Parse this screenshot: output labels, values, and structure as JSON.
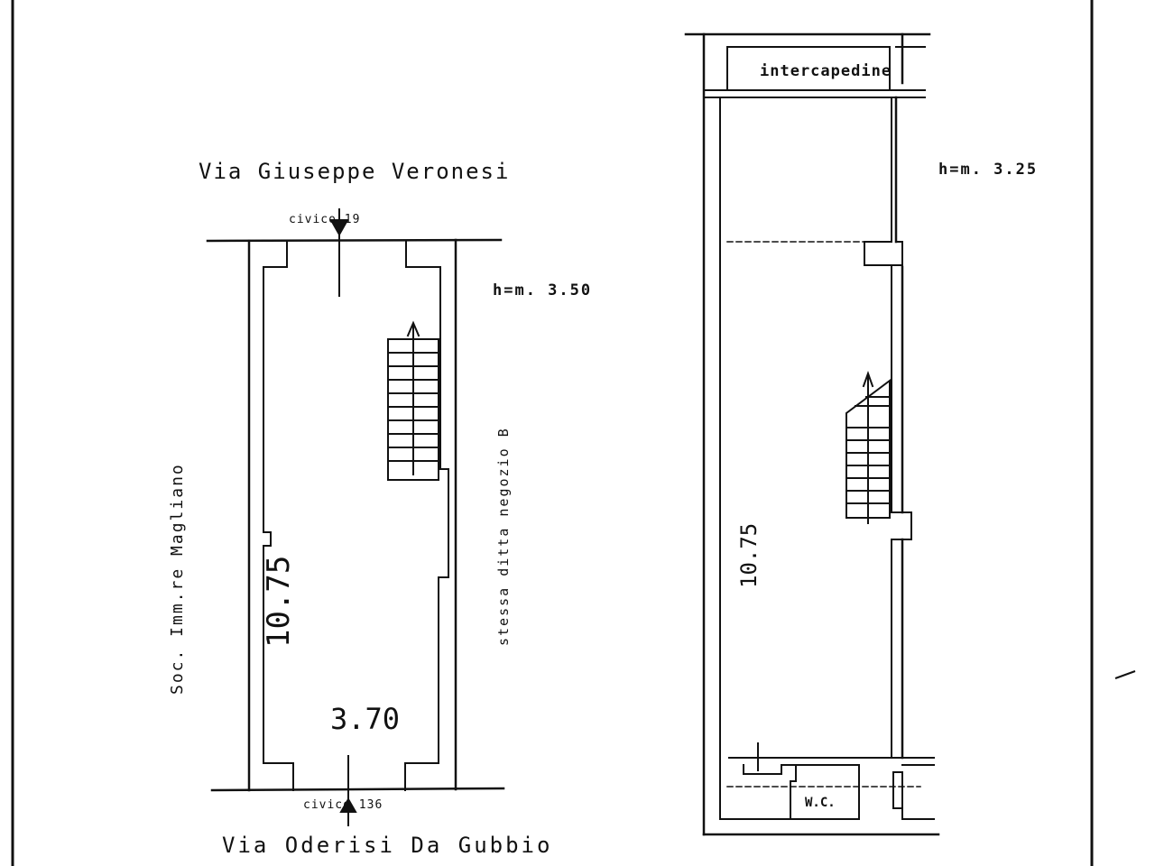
{
  "left_plan": {
    "street_top": "Via Giuseppe Veronesi",
    "civico_top": "civico 19",
    "street_bottom": "Via Oderisi Da Gubbio",
    "civico_bottom": "civico 136",
    "height_label": "h=m. 3.50",
    "left_neighbor": "Soc. Imm.re    Magliano",
    "right_neighbor": "stessa ditta negozio B",
    "dim_width": "3.70",
    "dim_length": "10.75"
  },
  "right_plan": {
    "intercapedine_label": "intercapedine",
    "height_label": "h=m. 3.25",
    "wc_label": "W.C.",
    "dim_length": "10.75"
  }
}
